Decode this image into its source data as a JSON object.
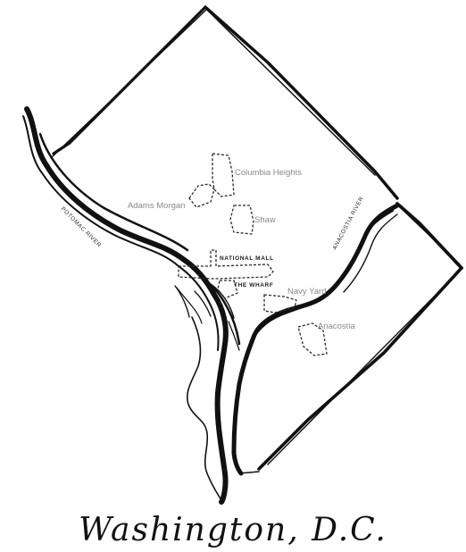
{
  "map": {
    "title": "Washington, D.C.",
    "rivers": {
      "potomac": "POTOMAC RIVER",
      "anacostia": "ANACOSTIA RIVER"
    },
    "neighborhoods": {
      "columbia_heights": "Columbia Heights",
      "adams_morgan": "Adams Morgan",
      "shaw": "Shaw",
      "national_mall": "NATIONAL MALL",
      "the_wharf": "THE WHARF",
      "navy_yard": "Navy Yard",
      "anacostia": "Anacostia"
    },
    "colors": {
      "ink": "#111111",
      "label_gray": "#8a8a8a",
      "background": "#ffffff"
    }
  }
}
